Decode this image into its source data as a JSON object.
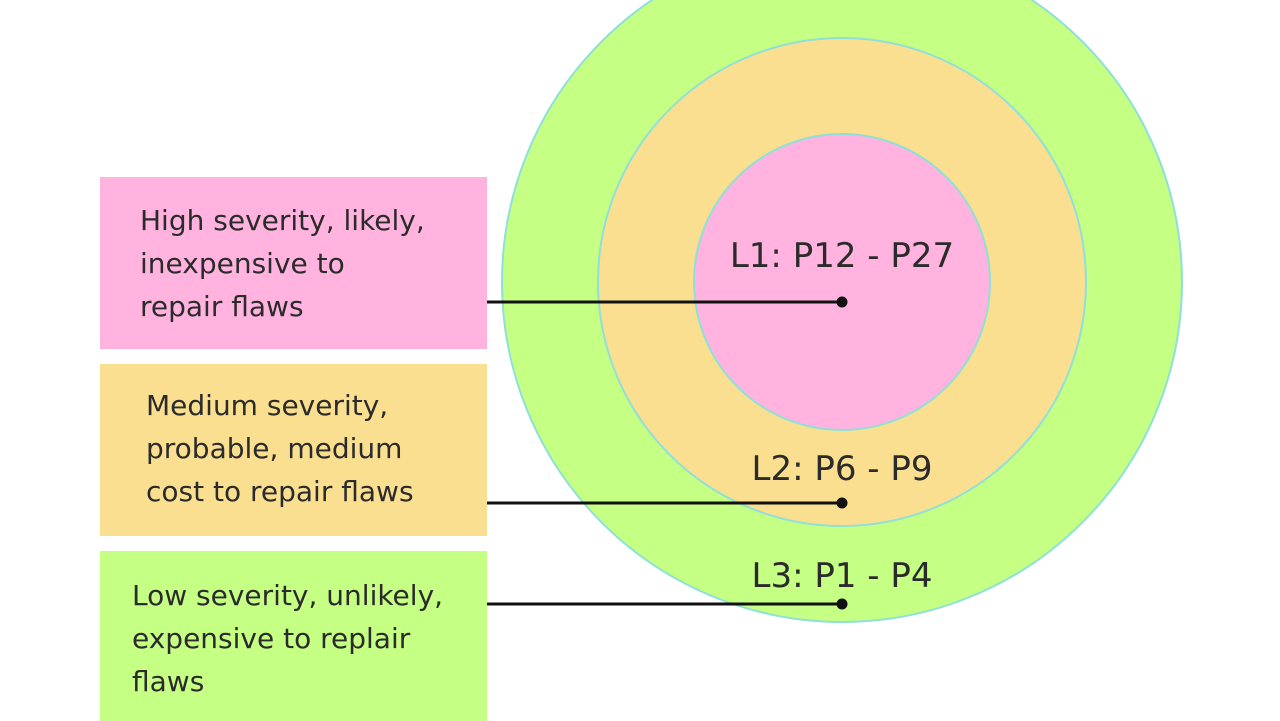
{
  "colors": {
    "level1": "#ffb3de",
    "level2": "#f9df8f",
    "level3": "#c5ff84",
    "ring_stroke": "#8fe0d8",
    "connector": "#111111",
    "text": "#2b2b2b"
  },
  "levels": [
    {
      "id": "l1",
      "ring_label": "L1: P12 - P27",
      "description_lines": [
        "High severity, likely,",
        "inexpensive to",
        "repair flaws"
      ]
    },
    {
      "id": "l2",
      "ring_label": "L2: P6 - P9",
      "description_lines": [
        "Medium severity,",
        "probable, medium",
        "cost to repair flaws"
      ]
    },
    {
      "id": "l3",
      "ring_label": "L3: P1 - P4",
      "description_lines": [
        "Low severity, unlikely,",
        "expensive to replair",
        "flaws"
      ]
    }
  ]
}
